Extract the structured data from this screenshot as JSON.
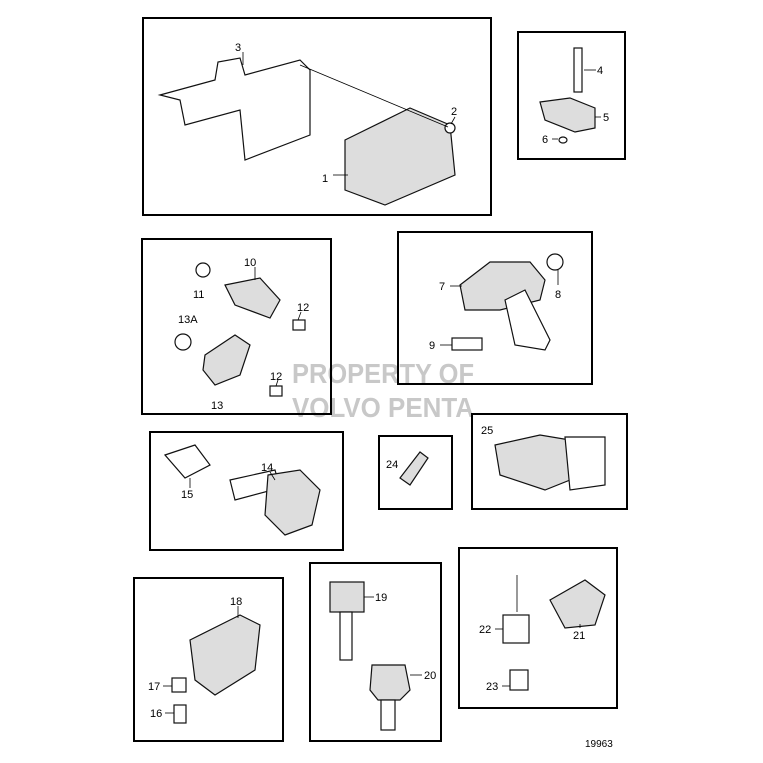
{
  "watermark": {
    "line1": "PROPERTY OF",
    "line2": "VOLVO PENTA"
  },
  "drawing_number": "19963",
  "callouts": {
    "c1": "1",
    "c2": "2",
    "c3": "3",
    "c4": "4",
    "c5": "5",
    "c6": "6",
    "c7": "7",
    "c8": "8",
    "c9": "9",
    "c10": "10",
    "c11": "11",
    "c12a": "12",
    "c12b": "12",
    "c13": "13",
    "c13a": "13A",
    "c14": "14",
    "c15": "15",
    "c16": "16",
    "c17": "17",
    "c18": "18",
    "c19": "19",
    "c20": "20",
    "c21": "21",
    "c22": "22",
    "c23": "23",
    "c24": "24",
    "c25": "25"
  }
}
